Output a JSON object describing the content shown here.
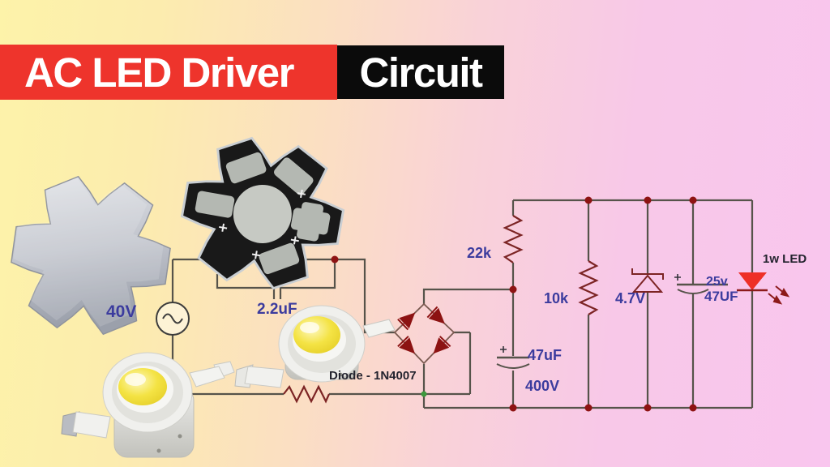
{
  "title": {
    "highlight": "AC LED Driver",
    "suffix": "Circuit"
  },
  "circuit": {
    "source_voltage": "40V",
    "input_capacitor": "2.2uF",
    "bridge_diode_label": "Diode - 1N4007",
    "resistor_r1": "22k",
    "resistor_r2": "10k",
    "smoothing_cap_value": "47uF",
    "smoothing_cap_voltage": "400V",
    "zener_voltage": "4.7V",
    "output_cap_voltage": "25v",
    "output_cap_value": "47UF",
    "led_label": "1w LED"
  },
  "colors": {
    "background_yellow": "#fdf3a9",
    "background_pink": "#f9c6ee",
    "banner_red": "#ee342c",
    "banner_black": "#0b0b0b",
    "wire": "#56534a",
    "component_maroon": "#7c2424",
    "node_dot": "#8e1313",
    "junction_green": "#3d9a3d",
    "label_blue": "#3c3c9e",
    "label_dark": "#23232e",
    "led_red": "#ee2f26"
  }
}
